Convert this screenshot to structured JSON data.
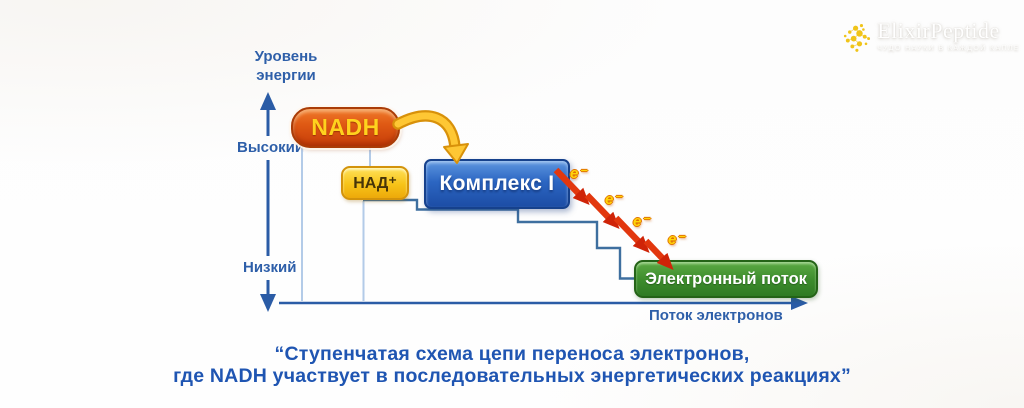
{
  "brand": {
    "name": "ElixirPeptide",
    "tagline": "ЧУДО НАУКИ В КАЖДОЙ КАПЛЕ"
  },
  "diagram": {
    "y_axis_title_line1": "Уровень",
    "y_axis_title_line2": "энергии",
    "y_high_label": "Высокий",
    "y_low_label": "Низкий",
    "x_axis_label": "Поток электронов",
    "nadh_label": "NADH",
    "nad_plus_label": "НАД⁺",
    "complex_label": "Комплекс I",
    "electron_flow_label": "Электронный поток",
    "electron_labels": [
      "e⁻",
      "e⁻",
      "e⁻",
      "e⁻"
    ]
  },
  "caption": {
    "line1": "“Ступенчатая схема цепи переноса электронов,",
    "line2": "где NADH участвует в последовательных энергетических реакциях”"
  },
  "colors": {
    "axis_blue": "#2b5ca6",
    "label_blue": "#2e5fa9",
    "step_line_steel": "#3e6f9f",
    "step_line_light": "#b3cbe8",
    "nadh_orange": "#d84c0e",
    "nadh_text_yellow": "#ffd21e",
    "nad_badge_yellow": "#f7c318",
    "complex_blue": "#2c66c2",
    "electron_flow_green": "#3c8b2c",
    "electron_arrow_red": "#dd2e0c",
    "electron_text_yellow": "#ffd40a",
    "arc_arrow_yellow": "#fec734",
    "caption_blue": "#1f55b2",
    "logo_dot_yellow": "#f0c419"
  }
}
